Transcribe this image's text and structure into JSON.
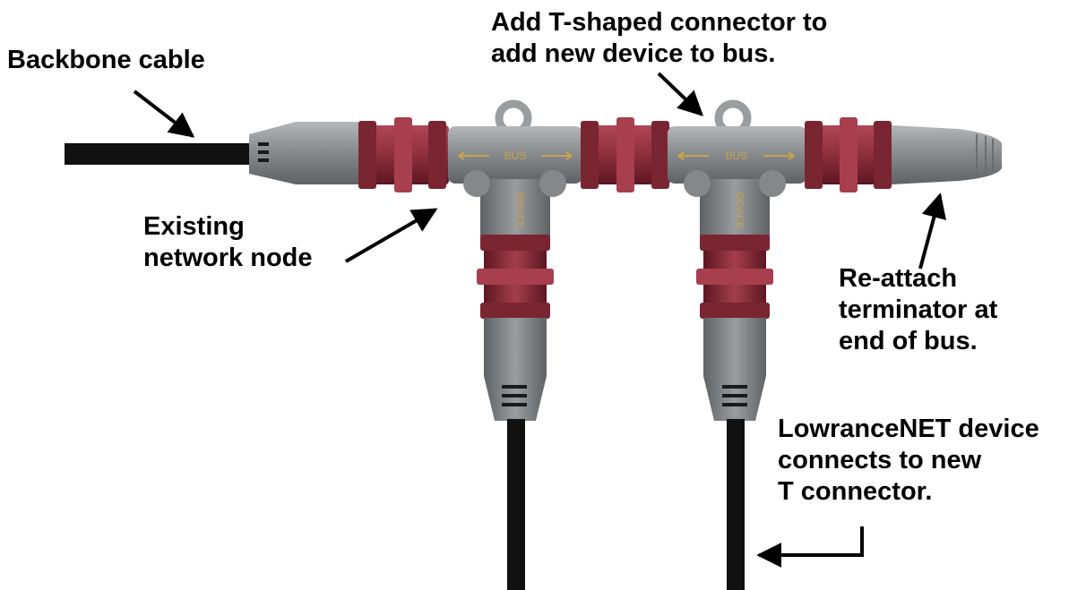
{
  "callouts": {
    "backbone": {
      "lines": [
        "Backbone cable"
      ]
    },
    "add_tee": {
      "lines": [
        "Add T-shaped connector to",
        "add new device to bus."
      ]
    },
    "existing_node": {
      "lines": [
        "Existing",
        "network node"
      ]
    },
    "terminator": {
      "lines": [
        "Re-attach",
        "terminator at",
        "end of bus."
      ]
    },
    "device": {
      "lines": [
        "LowranceNET device",
        "connects to new",
        "T connector."
      ]
    }
  },
  "connector_markings": {
    "bus_text": "BUS",
    "device_text": "DEVICE"
  },
  "colors": {
    "cable": "#111111",
    "coupling_red": "#8e2f3c",
    "coupling_red_dark": "#6e1f2c",
    "body_gray": "#7f8285",
    "body_gray_light": "#a3a6a9",
    "marking_gold": "#c9a24a",
    "text": "#000000"
  }
}
